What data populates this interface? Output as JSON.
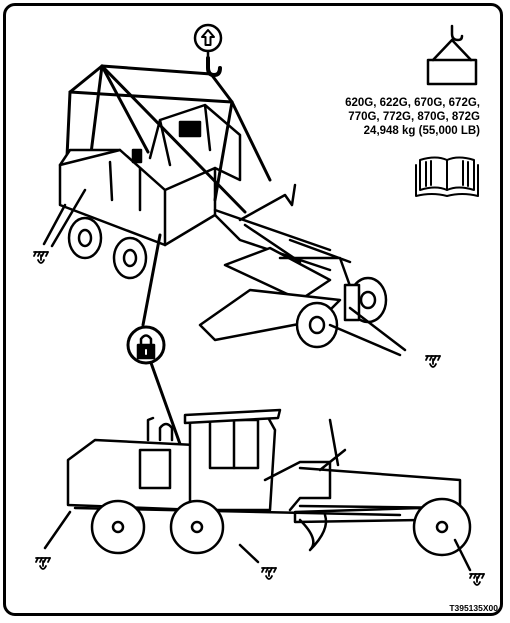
{
  "models": {
    "line1": "620G, 622G, 670G, 672G,",
    "line2": "770G, 772G, 870G, 872G",
    "weight": "24,948 kg (55,000 LB)"
  },
  "figure_code": "T395135X00",
  "icons": [
    "lift-hook-icon",
    "lift-weight-icon",
    "operator-manual-icon",
    "lock-icon",
    "tie-down-icon"
  ],
  "colors": {
    "line": "#000000",
    "background": "#ffffff"
  }
}
